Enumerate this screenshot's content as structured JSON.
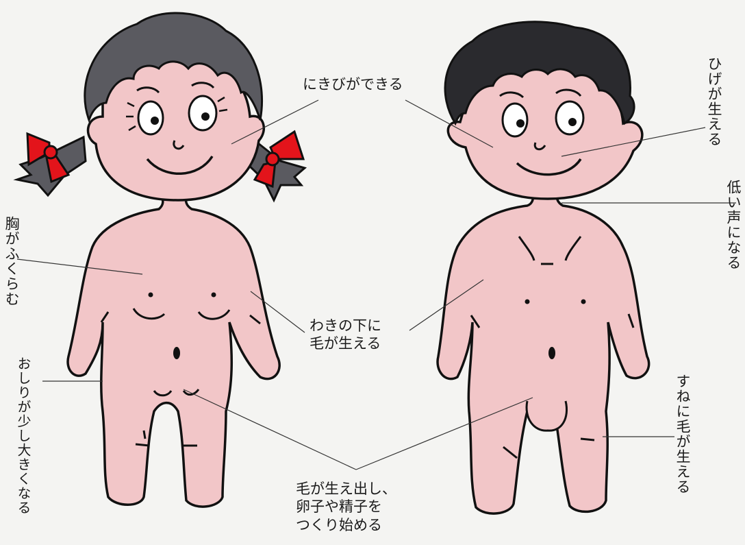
{
  "colors": {
    "skin": "#f2c6c8",
    "outline": "#111111",
    "girl_hair": "#5a5a60",
    "boy_hair": "#2a2a2e",
    "ribbon": "#e3141b",
    "background": "#f4f4f2"
  },
  "labels": {
    "acne": "にきびができる",
    "beard": "ひげが生える",
    "low_voice": "低い声になる",
    "breasts": "胸がふくらむ",
    "armpit_line1": "わきの下に",
    "armpit_line2": "毛が生える",
    "hips": "おしりが少し大きくなる",
    "shin_hair": "すねに毛が生える",
    "puberty_line1": "毛が生え出し、",
    "puberty_line2": "卵子や精子を",
    "puberty_line3": "つくり始める"
  },
  "figures": {
    "left": "girl",
    "right": "boy"
  }
}
